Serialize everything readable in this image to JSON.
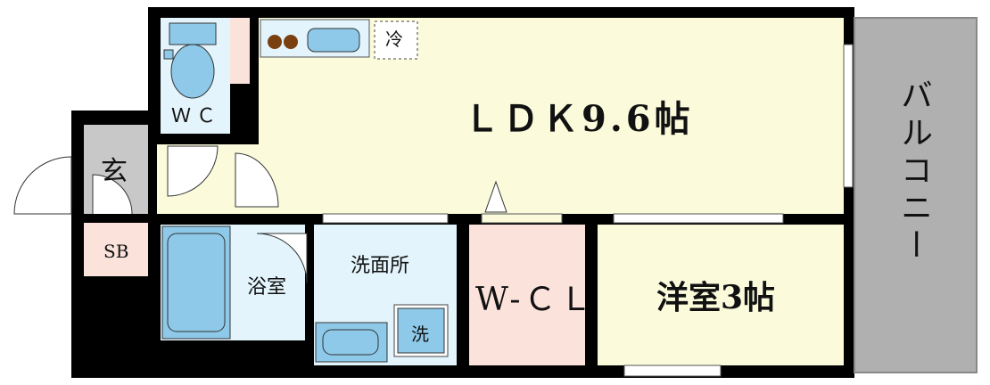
{
  "rooms": {
    "ldk": "ＬＤＫ9.6帖",
    "toilet": "ＷＣ",
    "entrance": "玄",
    "shoe_box": "SB",
    "bathroom": "浴室",
    "washroom": "洗面所",
    "walk_in_closet": "W-ＣＬ",
    "western_room": "洋室3帖",
    "balcony": "バルコニー"
  },
  "fixtures": {
    "fridge": "冷",
    "washer": "洗"
  },
  "colors": {
    "wall": "#000000",
    "ldk_floor": "#fbfbdc",
    "wet_area": "#e3f4fc",
    "closet": "#fbe3dc",
    "balcony": "#b0b0b0",
    "fixture": "#8ec9e9",
    "stove": "#7a4010"
  }
}
